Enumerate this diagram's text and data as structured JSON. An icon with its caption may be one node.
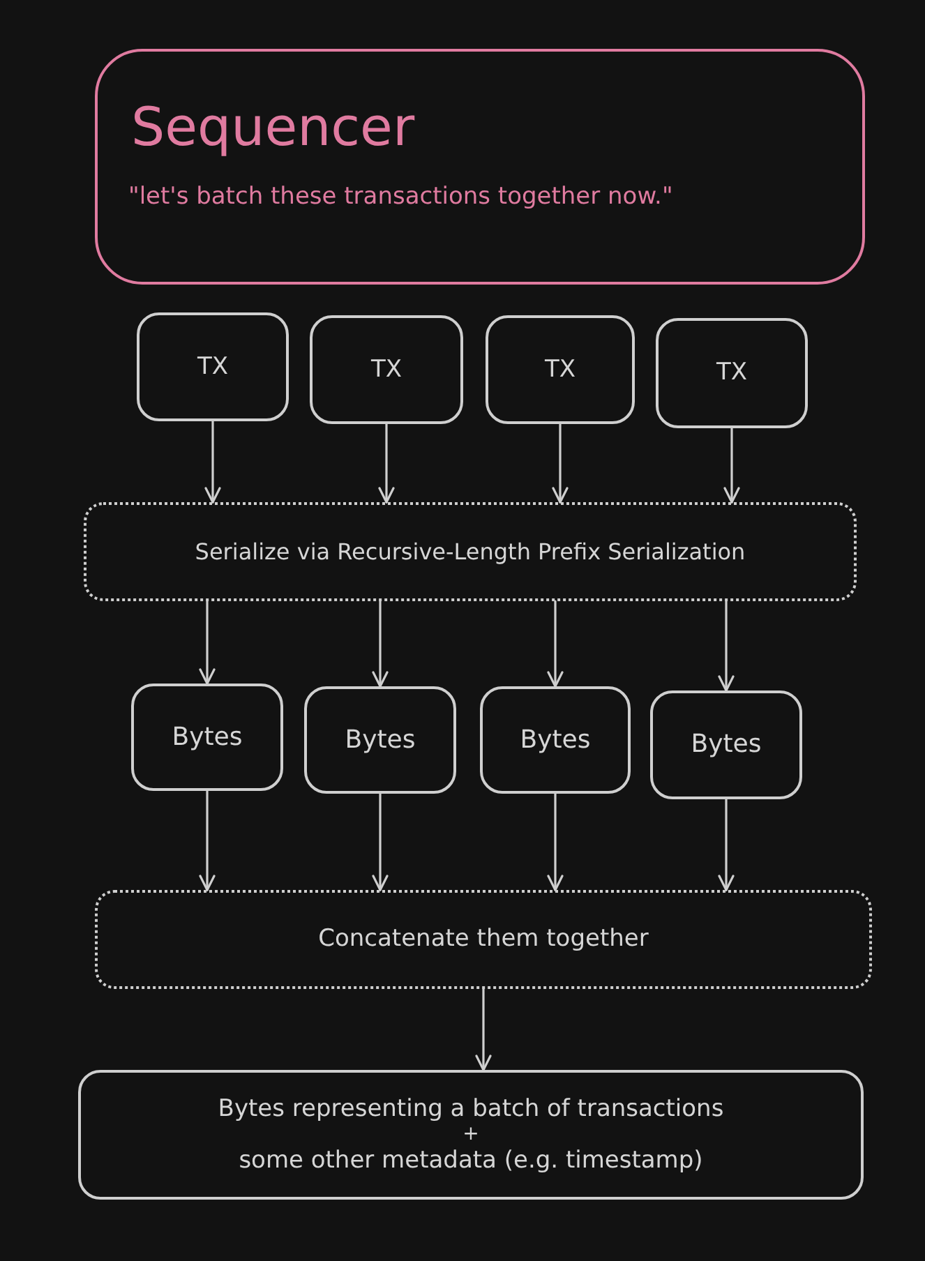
{
  "diagram": {
    "nodes": [
      {
        "text": [
          "Sequencer",
          "\"let's batch these transactions together now.\""
        ]
      },
      {
        "text": [
          "TX"
        ]
      },
      {
        "text": [
          "TX"
        ]
      },
      {
        "text": [
          "TX"
        ]
      },
      {
        "text": [
          "TX"
        ]
      },
      {
        "text": [
          "Serialize via Recursive-Length Prefix Serialization"
        ]
      },
      {
        "text": [
          "Bytes"
        ]
      },
      {
        "text": [
          "Bytes"
        ]
      },
      {
        "text": [
          "Bytes"
        ]
      },
      {
        "text": [
          "Bytes"
        ]
      },
      {
        "text": [
          "Concatenate them together"
        ]
      },
      {
        "text": [
          "Bytes representing a batch of transactions",
          "+",
          "some other metadata (e.g. timestamp)"
        ]
      }
    ],
    "edges": [
      {
        "from": 1,
        "to": 5,
        "arrow": "to"
      },
      {
        "from": 2,
        "to": 5,
        "arrow": "to"
      },
      {
        "from": 3,
        "to": 5,
        "arrow": "to"
      },
      {
        "from": 4,
        "to": 5,
        "arrow": "to"
      },
      {
        "from": 5,
        "to": 6,
        "arrow": "to"
      },
      {
        "from": 5,
        "to": 7,
        "arrow": "to"
      },
      {
        "from": 5,
        "to": 8,
        "arrow": "to"
      },
      {
        "from": 5,
        "to": 9,
        "arrow": "to"
      },
      {
        "from": 6,
        "to": 10,
        "arrow": "to"
      },
      {
        "from": 7,
        "to": 10,
        "arrow": "to"
      },
      {
        "from": 8,
        "to": 10,
        "arrow": "to"
      },
      {
        "from": 9,
        "to": 10,
        "arrow": "to"
      },
      {
        "from": 10,
        "to": 11,
        "arrow": "to"
      }
    ]
  }
}
